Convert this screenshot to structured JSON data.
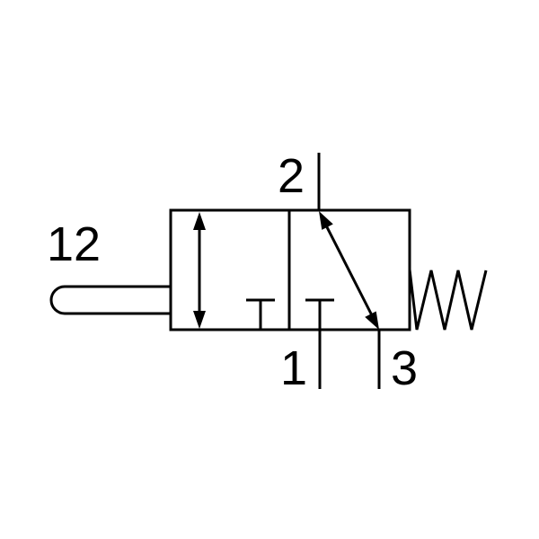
{
  "labels": {
    "pilot": "12",
    "outlet": "2",
    "inlet": "1",
    "exhaust": "3"
  }
}
